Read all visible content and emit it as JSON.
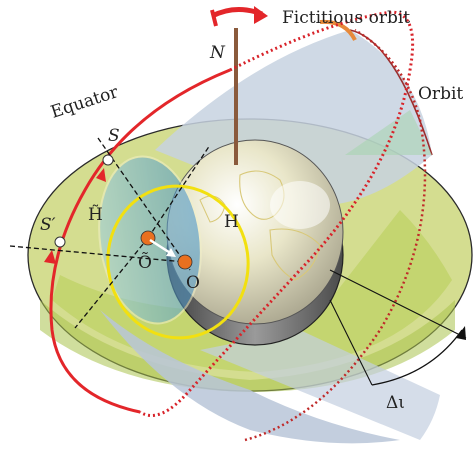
{
  "labels": {
    "fictitious_orbit": "Fictitious orbit",
    "equator": "Equator",
    "orbit": "Orbit",
    "north": "N",
    "star_s": "S",
    "star_s_prime": "S′",
    "h_tilde": "H̃",
    "h": "H",
    "o_tilde": "Õ",
    "o": "O",
    "delta_iota": "Δι"
  },
  "colors": {
    "equator_plane": "#d2dc8e",
    "equator_plane_dark": "#a7c24a",
    "orbit_plane": "#c3cfe0",
    "fictitious_orbit": "#e3262a",
    "orbit_arc": "#e7893a",
    "yellow_circle": "#f2e010",
    "earth": "#e6e4c8",
    "axis": "#8a5a3c",
    "center_dot": "#e9701f"
  },
  "icons": {
    "rotation_arrow": "curved-rotation-arrow-icon"
  }
}
